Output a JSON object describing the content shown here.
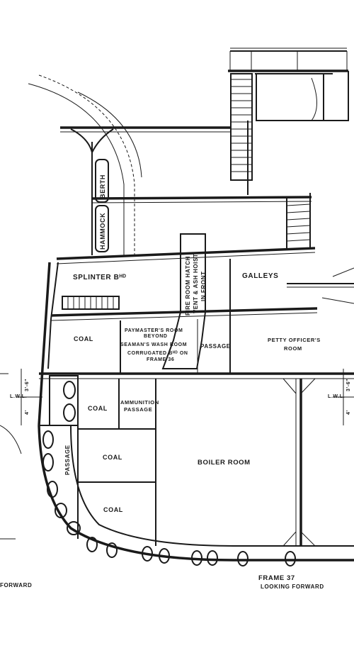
{
  "labels": {
    "splinter": "SPLINTER Bᴴᴰ",
    "galleys": "GALLEYS",
    "fireroom": [
      "FIRE ROOM HATCH",
      "VENT & ASH HOIST",
      "IN FRONT"
    ],
    "coal_upper": "COAL",
    "paymaster": [
      "PAYMASTER'S ROOM",
      "BEYOND",
      "SEAMAN'S WASH ROOM",
      "CORRUGATED Bᴴᴰ ON",
      "FRAME 36"
    ],
    "passage_mid": "PASSAGE",
    "petty": [
      "PETTY OFFICER'S",
      "ROOM"
    ],
    "coal_mid": "COAL",
    "ammunition": [
      "AMMUNITION",
      "PASSAGE"
    ],
    "passage_side": "PASSAGE",
    "coal_lower1": "COAL",
    "boiler": "BOILER ROOM",
    "coal_lower2": "COAL",
    "hammock": "HAMMOCK",
    "berth": "BERTH",
    "lwl_left": "L.W.L.",
    "lwl_right": "L.W.L.",
    "dim_left": [
      "3'-6\"",
      "4'"
    ],
    "dim_right": [
      "3'-6\"",
      "4'"
    ],
    "frame": "FRAME 37",
    "looking_right": "LOOKING FORWARD",
    "looking_left": "FORWARD"
  }
}
